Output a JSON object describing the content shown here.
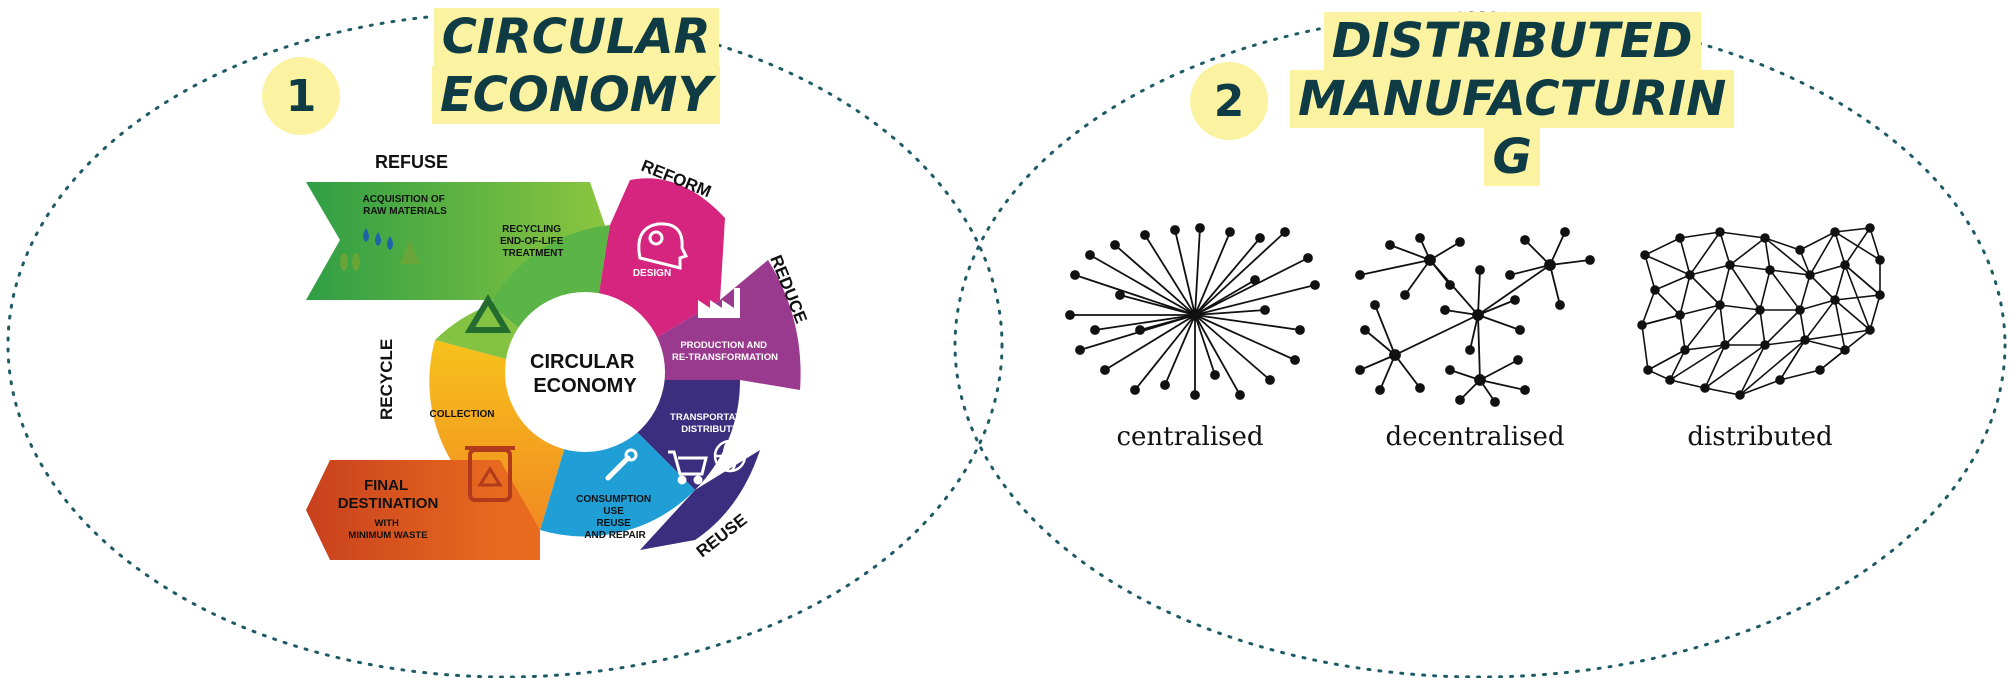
{
  "panel_left": {
    "number": "1",
    "title_lines": [
      "CIRCULAR",
      "ECONOMY"
    ],
    "wheel": {
      "center": [
        "CIRCULAR",
        "ECONOMY"
      ],
      "outer_labels": {
        "refuse": "REFUSE",
        "reform": "REFORM",
        "reduce": "REDUCE",
        "reuse": "REUSE",
        "recycle": "RECYCLE"
      },
      "segments": {
        "acquisition": [
          "ACQUISITION OF",
          "RAW MATERIALS"
        ],
        "recycling": [
          "RECYCLING",
          "END-OF-LIFE",
          "TREATMENT"
        ],
        "design": "DESIGN",
        "production": [
          "PRODUCTION AND",
          "RE-TRANSFORMATION"
        ],
        "transportation": [
          "TRANSPORTATION",
          "DISTRIBUTION"
        ],
        "consumption": [
          "CONSUMPTION",
          "USE",
          "REUSE",
          "AND REPAIR"
        ],
        "collection": "COLLECTION",
        "final_title": [
          "FINAL",
          "DESTINATION"
        ],
        "final_sub": [
          "WITH",
          "MINIMUM WASTE"
        ]
      },
      "colors": {
        "green": "#3aa843",
        "magenta": "#d6257f",
        "purple": "#9a3a8e",
        "indigo": "#3c2e7e",
        "blue": "#1f9fd6",
        "orange": "#f39a21",
        "yellow": "#f4c51b",
        "red": "#d8481f"
      }
    }
  },
  "panel_right": {
    "number": "2",
    "title_lines": [
      "DISTRIBUTED",
      "MANUFACTURIN",
      "G"
    ],
    "networks": [
      {
        "label": "centralised"
      },
      {
        "label": "decentralised"
      },
      {
        "label": "distributed"
      }
    ]
  },
  "colors": {
    "highlight": "#fbf3a2",
    "title_text": "#0f3b44",
    "ellipse": "#1e5b66"
  }
}
